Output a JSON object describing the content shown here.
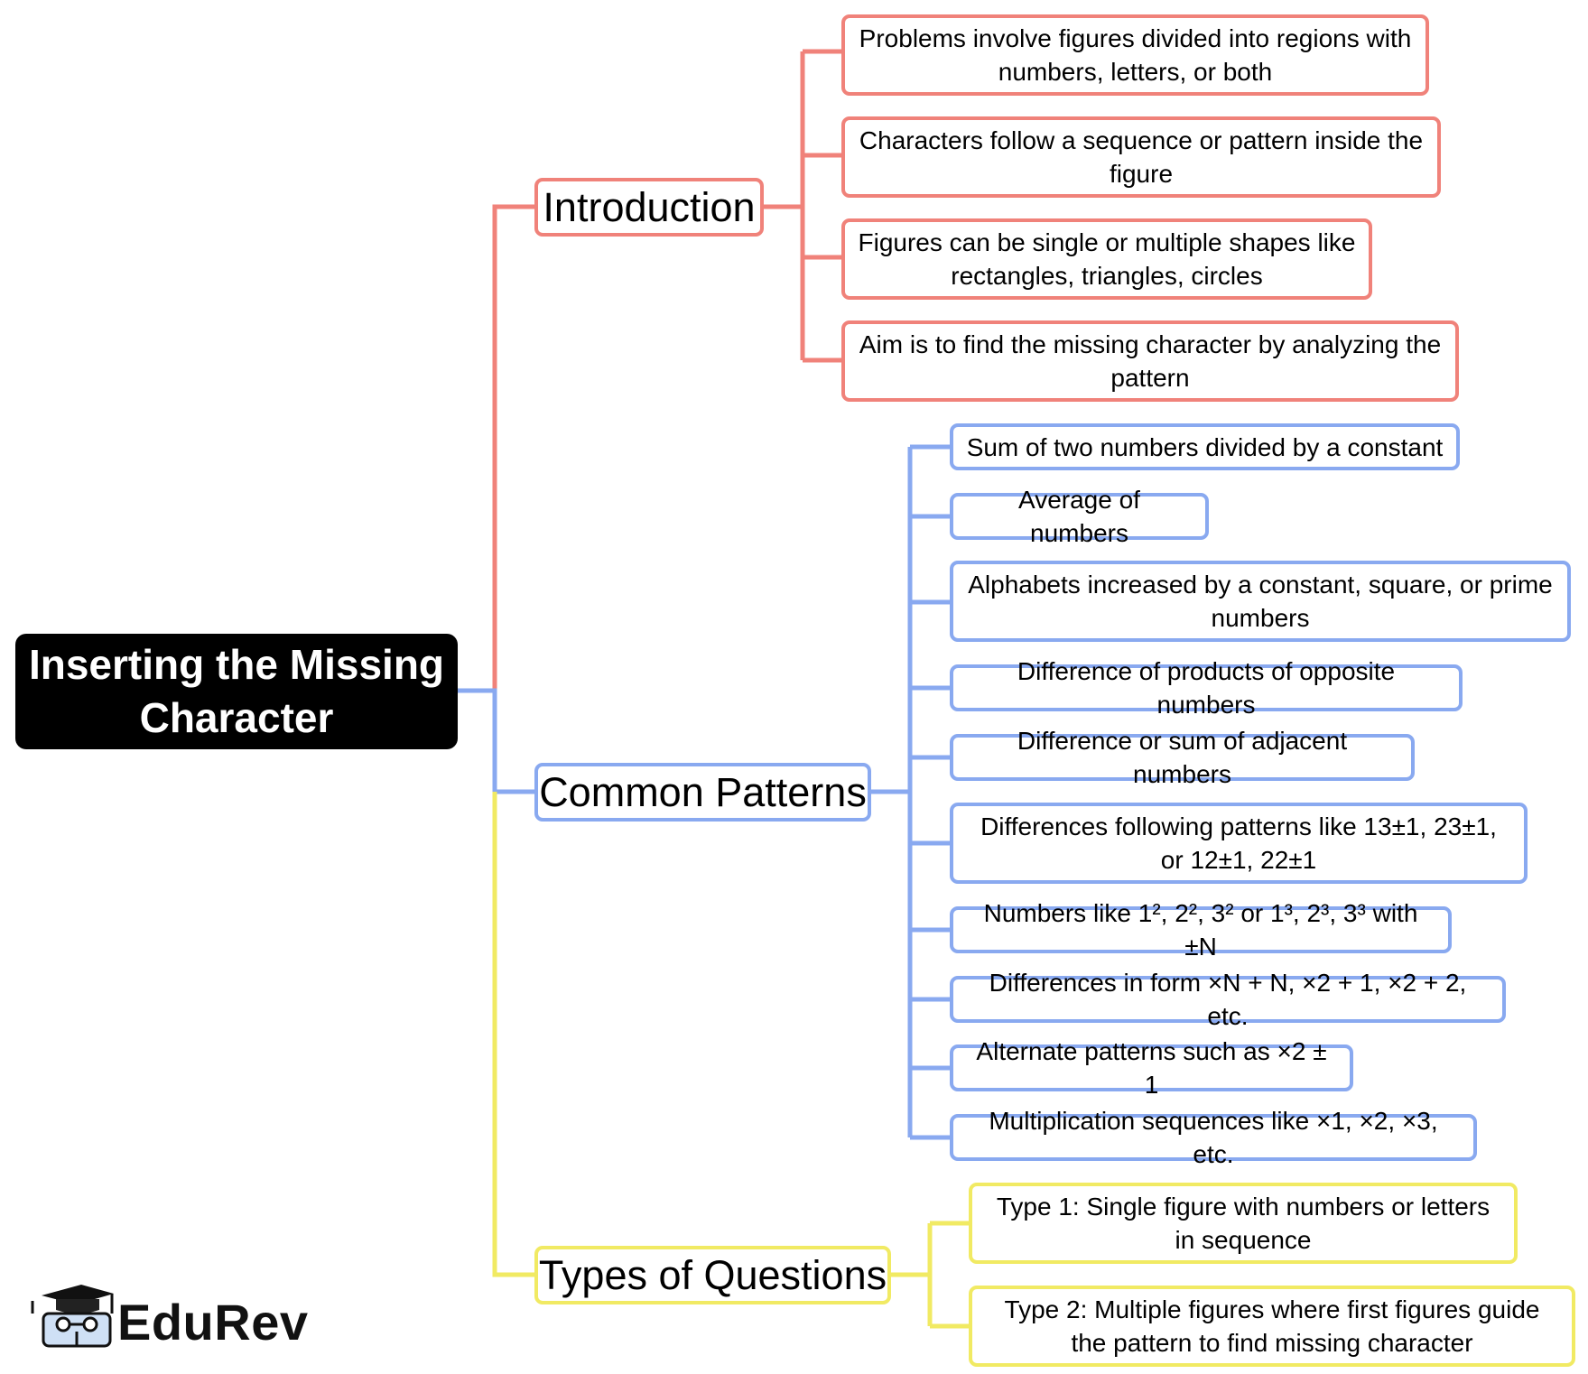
{
  "root": {
    "label_line1": "Inserting the Missing",
    "label_line2": "Character"
  },
  "colors": {
    "introduction": "#f0827a",
    "common_patterns": "#89a9f0",
    "types_of_questions": "#f1ea63"
  },
  "branches": {
    "introduction": {
      "label": "Introduction",
      "items": [
        "Problems involve figures divided into regions with numbers, letters, or both",
        "Characters follow a sequence or pattern inside the figure",
        "Figures can be single or multiple shapes like rectangles, triangles, circles",
        "Aim is to find the missing character by analyzing the pattern"
      ]
    },
    "common_patterns": {
      "label": "Common Patterns",
      "items": [
        "Sum of two numbers divided by a constant",
        "Average of numbers",
        "Alphabets increased by a constant, square, or prime numbers",
        "Difference of products of opposite numbers",
        "Difference or sum of adjacent numbers",
        "Differences following patterns like 13±1, 23±1, or 12±1, 22±1",
        "Numbers like 1², 2², 3² or 1³, 2³, 3³ with ±N",
        "Differences in form ×N + N, ×2 + 1, ×2 + 2, etc.",
        "Alternate patterns such as ×2 ± 1",
        "Multiplication sequences like ×1, ×2, ×3, etc."
      ]
    },
    "types_of_questions": {
      "label": "Types of Questions",
      "items": [
        "Type 1: Single figure with numbers or letters in sequence",
        "Type 2: Multiple figures where first figures guide the pattern to find missing character"
      ]
    }
  },
  "logo": {
    "text": "EduRev",
    "icon": "graduation-cap-student-icon"
  }
}
